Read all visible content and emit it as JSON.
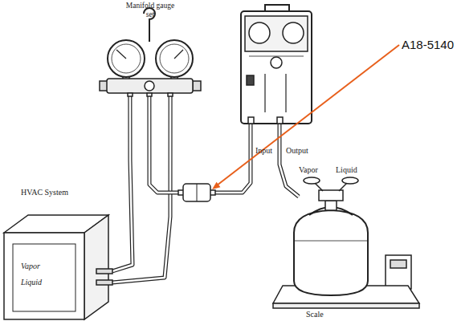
{
  "diagram": {
    "nodes": [
      {
        "text": [
          "Manifold gauge set"
        ]
      },
      {
        "text": [
          "Input",
          "Output"
        ]
      },
      {
        "text": [
          "HVAC System",
          "Vapor",
          "Liquid"
        ]
      },
      {
        "text": [
          "Vapor",
          "Liquid"
        ]
      },
      {
        "text": [
          "Scale"
        ]
      }
    ],
    "edges": [
      {
        "from": 2,
        "to": 0,
        "arrow": "none"
      },
      {
        "from": 2,
        "to": 0,
        "arrow": "none"
      },
      {
        "from": 0,
        "to": 1,
        "arrow": "none"
      },
      {
        "from": 1,
        "to": 3,
        "arrow": "none"
      }
    ],
    "labels": [
      "A18-5140"
    ]
  }
}
